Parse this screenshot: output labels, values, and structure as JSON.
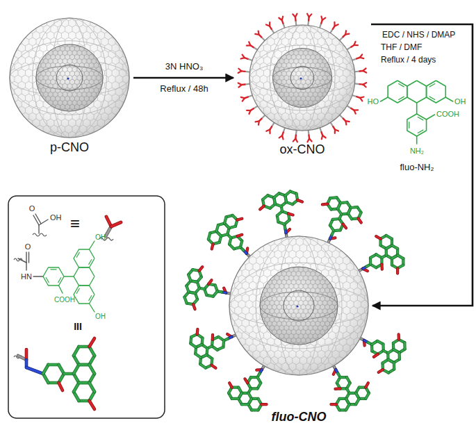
{
  "diagram": {
    "nodes": [
      {
        "text": [
          "p-CNO"
        ]
      },
      {
        "text": [
          "ox-CNO"
        ]
      },
      {
        "text": [
          "fluo-CNO"
        ]
      }
    ],
    "edges": [
      {
        "from": 0,
        "to": 1,
        "arrow": "to",
        "label": "3N HNO₃"
      },
      {
        "from": 1,
        "to": 2,
        "arrow": "to",
        "label": "EDC / NHS / DMAP"
      }
    ],
    "labels": [
      "Reflux / 48h",
      "THF / DMF",
      "Reflux / 4 days",
      "HO",
      "OH",
      "COOH",
      "NH₂",
      "fluo-NH₂",
      "O",
      "OH",
      "≡",
      "O",
      "HN",
      "COOH",
      "OH",
      "OH",
      "III"
    ]
  }
}
